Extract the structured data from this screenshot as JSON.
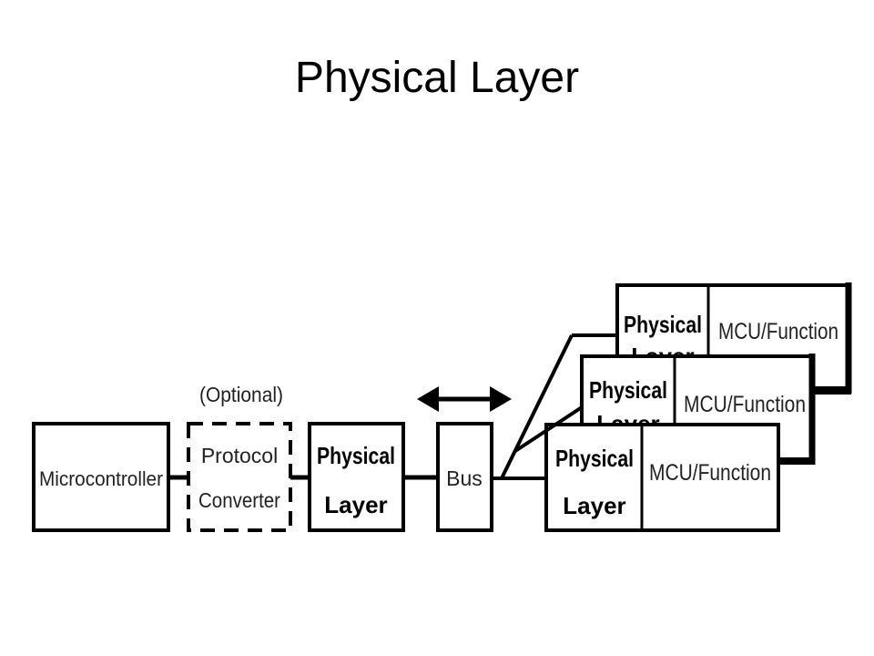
{
  "slide": {
    "title": "Physical Layer"
  },
  "diagram": {
    "optional_label": "(Optional)",
    "microcontroller": "Microcontroller",
    "protocol_converter": {
      "line1": "Protocol",
      "line2": "Converter"
    },
    "physical_layer": {
      "line1": "Physical",
      "line2": "Layer"
    },
    "bus": "Bus",
    "nodes": [
      {
        "line1": "Physical",
        "line2": "Layer",
        "function": "MCU/Function"
      },
      {
        "line1": "Physical",
        "line2": "Layer",
        "function": "MCU/Function"
      },
      {
        "line1": "Physical",
        "line2": "Layer",
        "function": "MCU/Function"
      }
    ],
    "colors": {
      "stroke": "#000000",
      "background": "#ffffff"
    }
  }
}
